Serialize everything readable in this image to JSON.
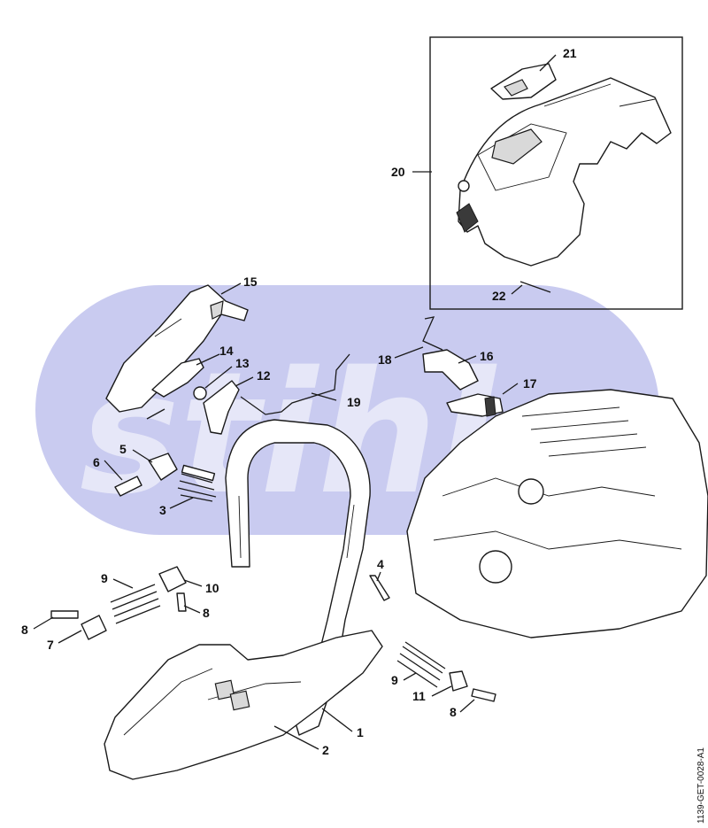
{
  "watermark": "stihl",
  "document_number": "1139-GET-0028-A1",
  "brand_color": "#c9cbf0",
  "callouts": [
    {
      "label": "1"
    },
    {
      "label": "2"
    },
    {
      "label": "3"
    },
    {
      "label": "4"
    },
    {
      "label": "5"
    },
    {
      "label": "6"
    },
    {
      "label": "7"
    },
    {
      "label": "8"
    },
    {
      "label": "9"
    },
    {
      "label": "10"
    },
    {
      "label": "8"
    },
    {
      "label": "9"
    },
    {
      "label": "11"
    },
    {
      "label": "8"
    },
    {
      "label": "12"
    },
    {
      "label": "13"
    },
    {
      "label": "14"
    },
    {
      "label": "15"
    },
    {
      "label": "16"
    },
    {
      "label": "17"
    },
    {
      "label": "18"
    },
    {
      "label": "19"
    },
    {
      "label": "20"
    },
    {
      "label": "21"
    },
    {
      "label": "22"
    }
  ]
}
